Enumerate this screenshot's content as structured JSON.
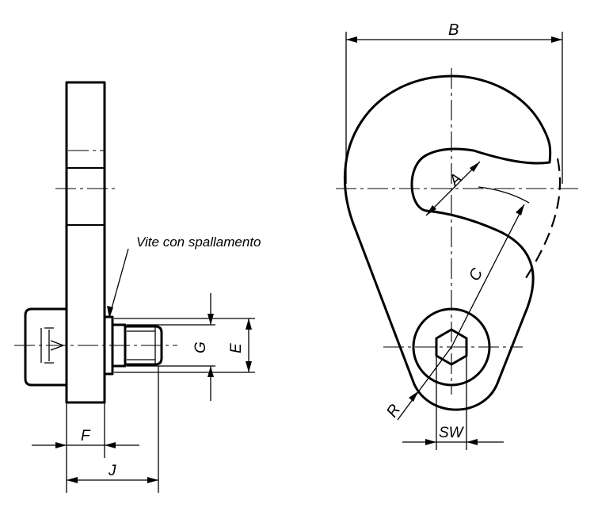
{
  "labels": {
    "B": "B",
    "A": "A",
    "C": "C",
    "R": "R",
    "SW": "SW",
    "G": "G",
    "E": "E",
    "F": "F",
    "J": "J",
    "callout": "Vite con spallamento"
  }
}
